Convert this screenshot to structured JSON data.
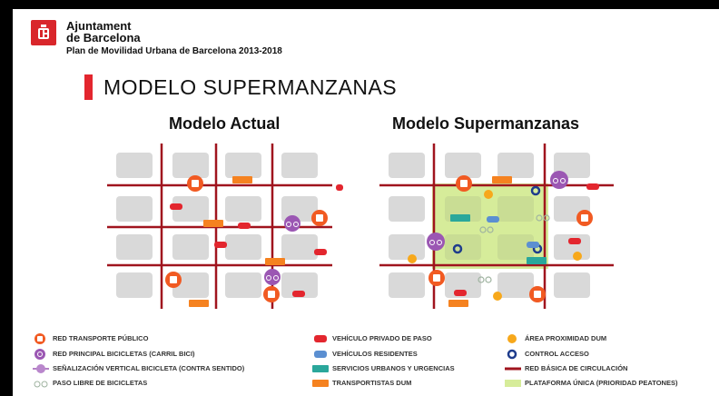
{
  "header": {
    "org_line1": "Ajuntament",
    "org_line2": "de Barcelona",
    "plan": "Plan de Movilidad Urbana de Barcelona 2013-2018",
    "title": "MODELO SUPERMANZANAS"
  },
  "models": {
    "left_title": "Modelo Actual",
    "right_title": "Modelo Supermanzanas"
  },
  "colors": {
    "accent": "#e3262e",
    "street": "#a0141e",
    "block": "#d9d9d9",
    "platform": "#d6ec9a",
    "bus": "#f15a22",
    "bike": "#9b57b3",
    "resident_car": "#5b8fd1",
    "service": "#2aa79b",
    "dum": "#f58220",
    "dum_area": "#f7a81b",
    "access": "#1e3c8c"
  },
  "legend": [
    {
      "id": "bus",
      "icon": "bus-stop-icon",
      "label": "RED TRANSPORTE PÚBLICO"
    },
    {
      "id": "bike",
      "icon": "bike-lane-icon",
      "label": "RED PRINCIPAL BICICLETAS (CARRIL BICI)"
    },
    {
      "id": "signal",
      "icon": "bike-signal-icon",
      "label": "SEÑALIZACIÓN VERTICAL BICICLETA (CONTRA SENTIDO)"
    },
    {
      "id": "freebike",
      "icon": "bike-free-icon",
      "label": "PASO LIBRE DE BICICLETAS"
    },
    {
      "id": "private",
      "icon": "private-car-icon",
      "label": "VEHÍCULO PRIVADO DE PASO"
    },
    {
      "id": "resident",
      "icon": "resident-car-icon",
      "label": "VEHÍCULOS RESIDENTES"
    },
    {
      "id": "service",
      "icon": "service-truck-icon",
      "label": "SERVICIOS URBANOS Y URGENCIAS"
    },
    {
      "id": "dumtruck",
      "icon": "dum-truck-icon",
      "label": "TRANSPORTISTAS DUM"
    },
    {
      "id": "dumarea",
      "icon": "dum-area-icon",
      "label": "ÁREA PROXIMIDAD DUM"
    },
    {
      "id": "access",
      "icon": "access-control-icon",
      "label": "CONTROL ACCESO"
    },
    {
      "id": "basic",
      "icon": "basic-network-icon",
      "label": "RED BÁSICA DE CIRCULACIÓN"
    },
    {
      "id": "platform",
      "icon": "platform-icon",
      "label": "PLATAFORMA ÚNICA (PRIORIDAD PEATONES)"
    }
  ]
}
